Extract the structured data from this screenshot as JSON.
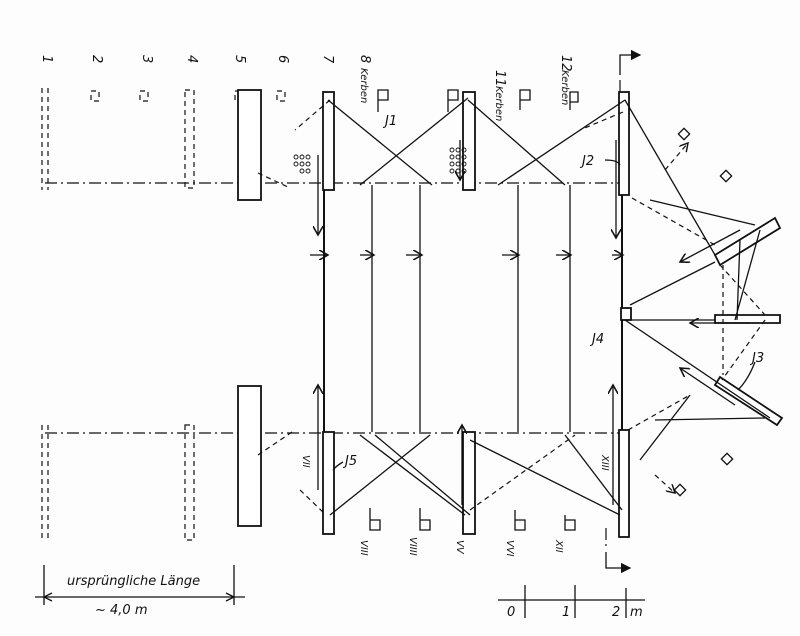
{
  "column_numbers": [
    "1",
    "2",
    "3",
    "4",
    "5",
    "6",
    "7",
    "8",
    "11",
    "12"
  ],
  "kerben_label": "Kerben",
  "markers": {
    "j1": "J1",
    "j2": "J2",
    "j3": "J3",
    "j4": "J4",
    "j5": "J5"
  },
  "roman": {
    "vii": "VII",
    "viii": "VIII",
    "viiii": "VIIII",
    "vv": "VV",
    "vvi": "VVI",
    "xii": "XII",
    "xiii": "XIII"
  },
  "dimension": {
    "label": "ursprüngliche Länge",
    "value": "~ 4,0 m"
  },
  "scale": {
    "ticks": [
      "0",
      "1",
      "2"
    ],
    "unit": "m"
  }
}
